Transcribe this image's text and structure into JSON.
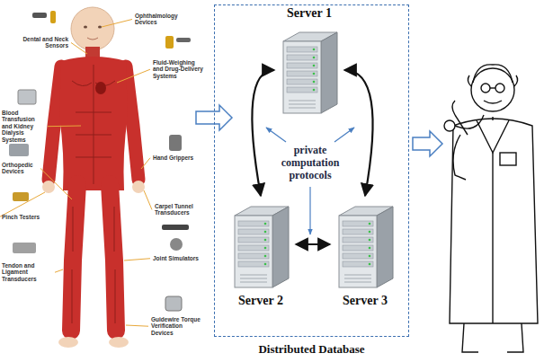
{
  "diagram": {
    "nodes": [
      {
        "text": [
          "Distributed Database"
        ]
      },
      {
        "text": [
          "Server 1"
        ],
        "in": 0
      },
      {
        "text": [
          "Server 2"
        ],
        "in": 0
      },
      {
        "text": [
          "Server 3"
        ],
        "in": 0
      }
    ],
    "edges": [
      {
        "from": 1,
        "to": 2,
        "arrow": "both"
      },
      {
        "from": 1,
        "to": 3,
        "arrow": "both"
      },
      {
        "from": 2,
        "to": 3,
        "arrow": "both"
      }
    ],
    "labels": [
      "Dental and Neck Sensors",
      "Ophthalmology Devices",
      "Fluid-Weighing and Drug-Delivery Systems",
      "Blood Transfusion and Kidney Dialysis Systems",
      "Hand Grippers",
      "Orthopedic Devices",
      "Pinch Testers",
      "Carpel Tunnel Transducers",
      "Joint Simulators",
      "Tendon and Ligament Transducers",
      "Guidewire Torque Verification Devices",
      "private computation protocols"
    ]
  }
}
